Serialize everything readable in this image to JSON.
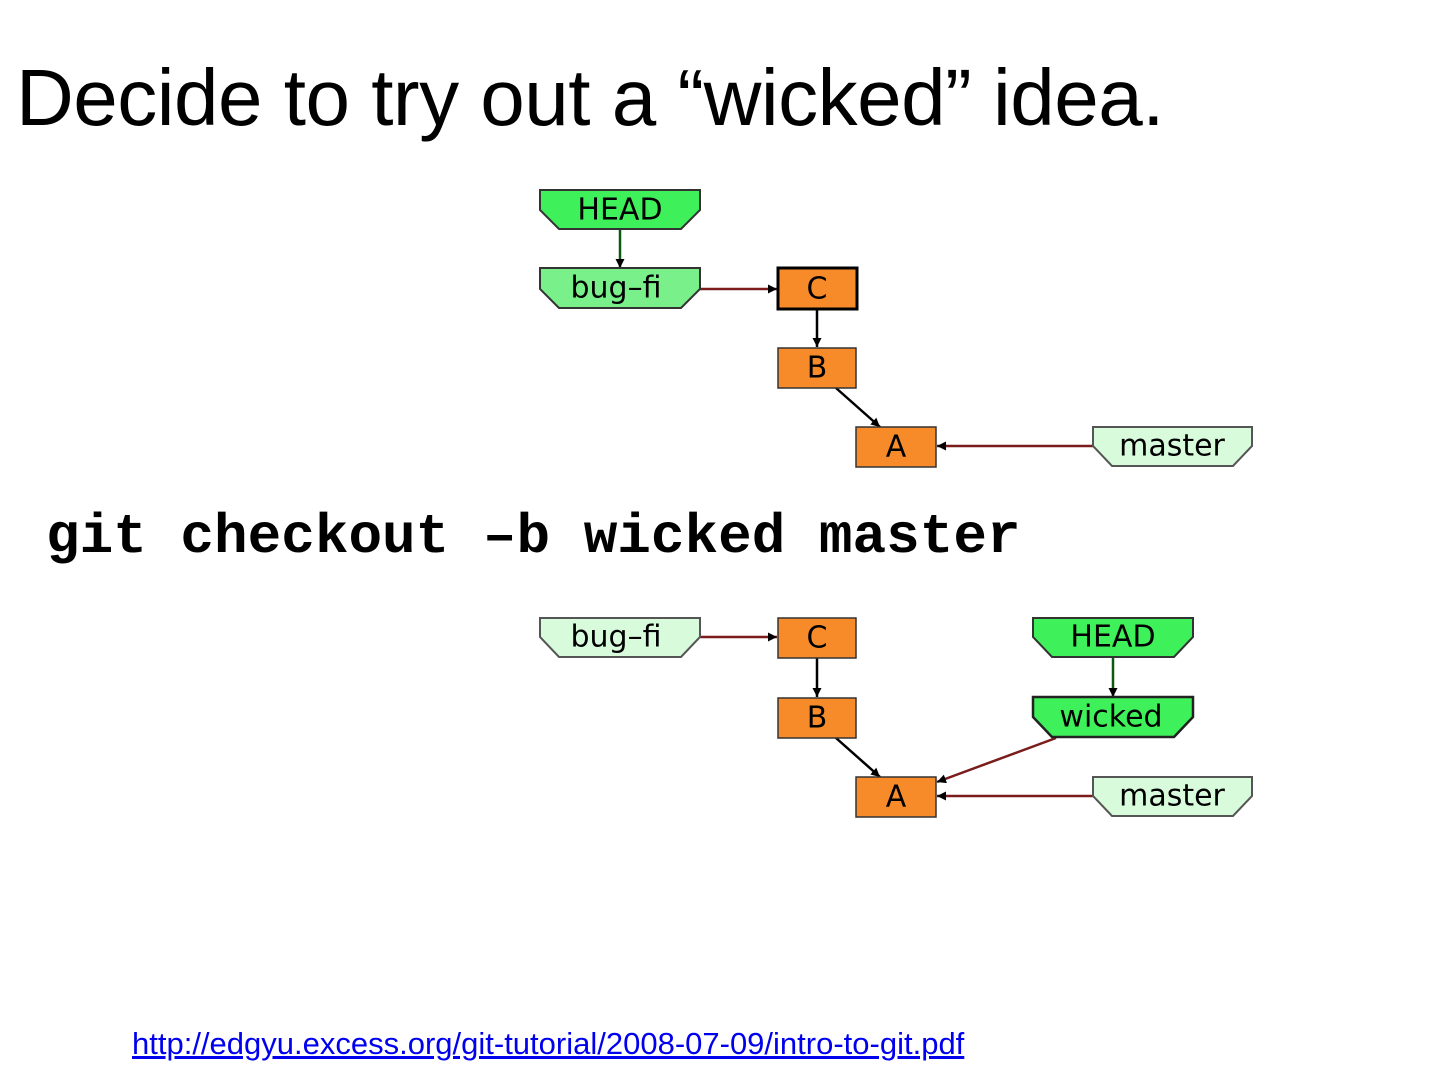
{
  "slide": {
    "title": "Decide to try out a “wicked” idea.",
    "command": "git checkout –b wicked master",
    "source_url": "http://edgyu.excess.org/git-tutorial/2008-07-09/intro-to-git.pdf"
  },
  "colors": {
    "commit_fill": "#f78b2a",
    "ref_active_fill": "#3ef05a",
    "ref_branch_fill": "#7af08a",
    "ref_inactive_fill": "#d8fbdc",
    "edge_ref_to_commit": "#7a1c1c",
    "edge_head": "#0a5a14",
    "edge_commit": "#000000",
    "link_color": "#0000ee"
  },
  "diagram_before": {
    "head_label": "HEAD",
    "branch_bugfix": "bug–fi",
    "branch_master": "master",
    "commit_c": "C",
    "commit_b": "B",
    "commit_a": "A"
  },
  "diagram_after": {
    "branch_bugfix": "bug–fi",
    "head_label": "HEAD",
    "branch_wicked": "wicked",
    "branch_master": "master",
    "commit_c": "C",
    "commit_b": "B",
    "commit_a": "A"
  }
}
